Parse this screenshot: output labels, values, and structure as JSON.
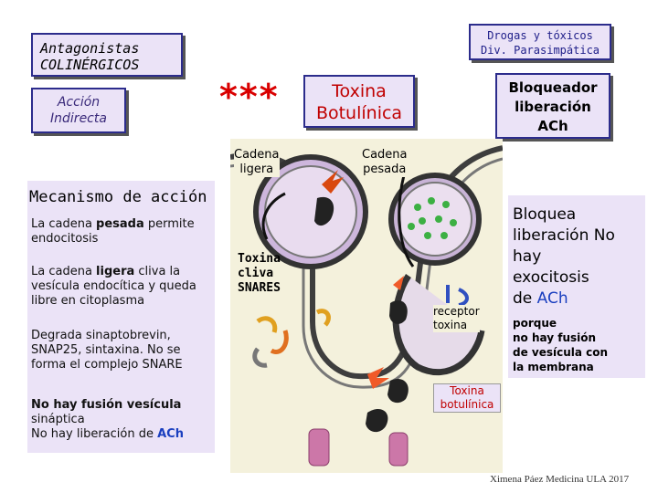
{
  "top_left": {
    "title_line1": "Antagonistas",
    "title_line2": "COLINÉRGICOS",
    "subtitle_line1": "Acción",
    "subtitle_line2": "Indirecta"
  },
  "top_right": {
    "line1": "Drogas y tóxicos",
    "line2": "Div. Parasimpática"
  },
  "center_title": {
    "stars": "***",
    "line1": "Toxina",
    "line2": "Botulínica"
  },
  "bloqueador": {
    "line1": "Bloqueador",
    "line2": "liberación",
    "line3": "ACh"
  },
  "mecanismo": {
    "title": "Mecanismo de acción",
    "p1_pre": "La cadena ",
    "p1_bold": "pesada",
    "p1_post": " permite endocitosis",
    "p2_pre": "La cadena ",
    "p2_bold": "ligera",
    "p2_post": " cliva la vesícula endocítica y queda libre en citoplasma",
    "p3": "Degrada sinaptobrevin, SNAP25, sintaxina. No se forma el complejo SNARE",
    "p4_bold": "No hay fusión vesícula",
    "p4_line2": "sináptica",
    "p4_line3_pre": "No hay liberación de ",
    "p4_line3_ach": "ACh"
  },
  "diagram_labels": {
    "cadena_ligera_1": "Cadena",
    "cadena_ligera_2": "ligera",
    "cadena_pesada_1": "Cadena",
    "cadena_pesada_2": "pesada",
    "toxina_cliva_1": "Toxina",
    "toxina_cliva_2": "cliva",
    "toxina_cliva_3": "SNARES",
    "receptor_1": "receptor",
    "receptor_2": "toxina",
    "toxina_bot_1": "Toxina",
    "toxina_bot_2": "botulínica"
  },
  "right_panel": {
    "bloquea_1": "Bloquea",
    "bloquea_2": "liberación No",
    "bloquea_3": "hay",
    "bloquea_4": "exocitosis",
    "bloquea_5_pre": "de ",
    "bloquea_5_ach": "ACh",
    "porque_1": "porque",
    "porque_2": "no hay fusión",
    "porque_3": "de vesícula con",
    "porque_4": "la membrana"
  },
  "footer": "Ximena Páez Medicina ULA 2017",
  "colors": {
    "panel": "#ebe3f7",
    "border": "#2c2c8c",
    "red": "#c00000",
    "ach_blue": "#1a3fbf"
  }
}
